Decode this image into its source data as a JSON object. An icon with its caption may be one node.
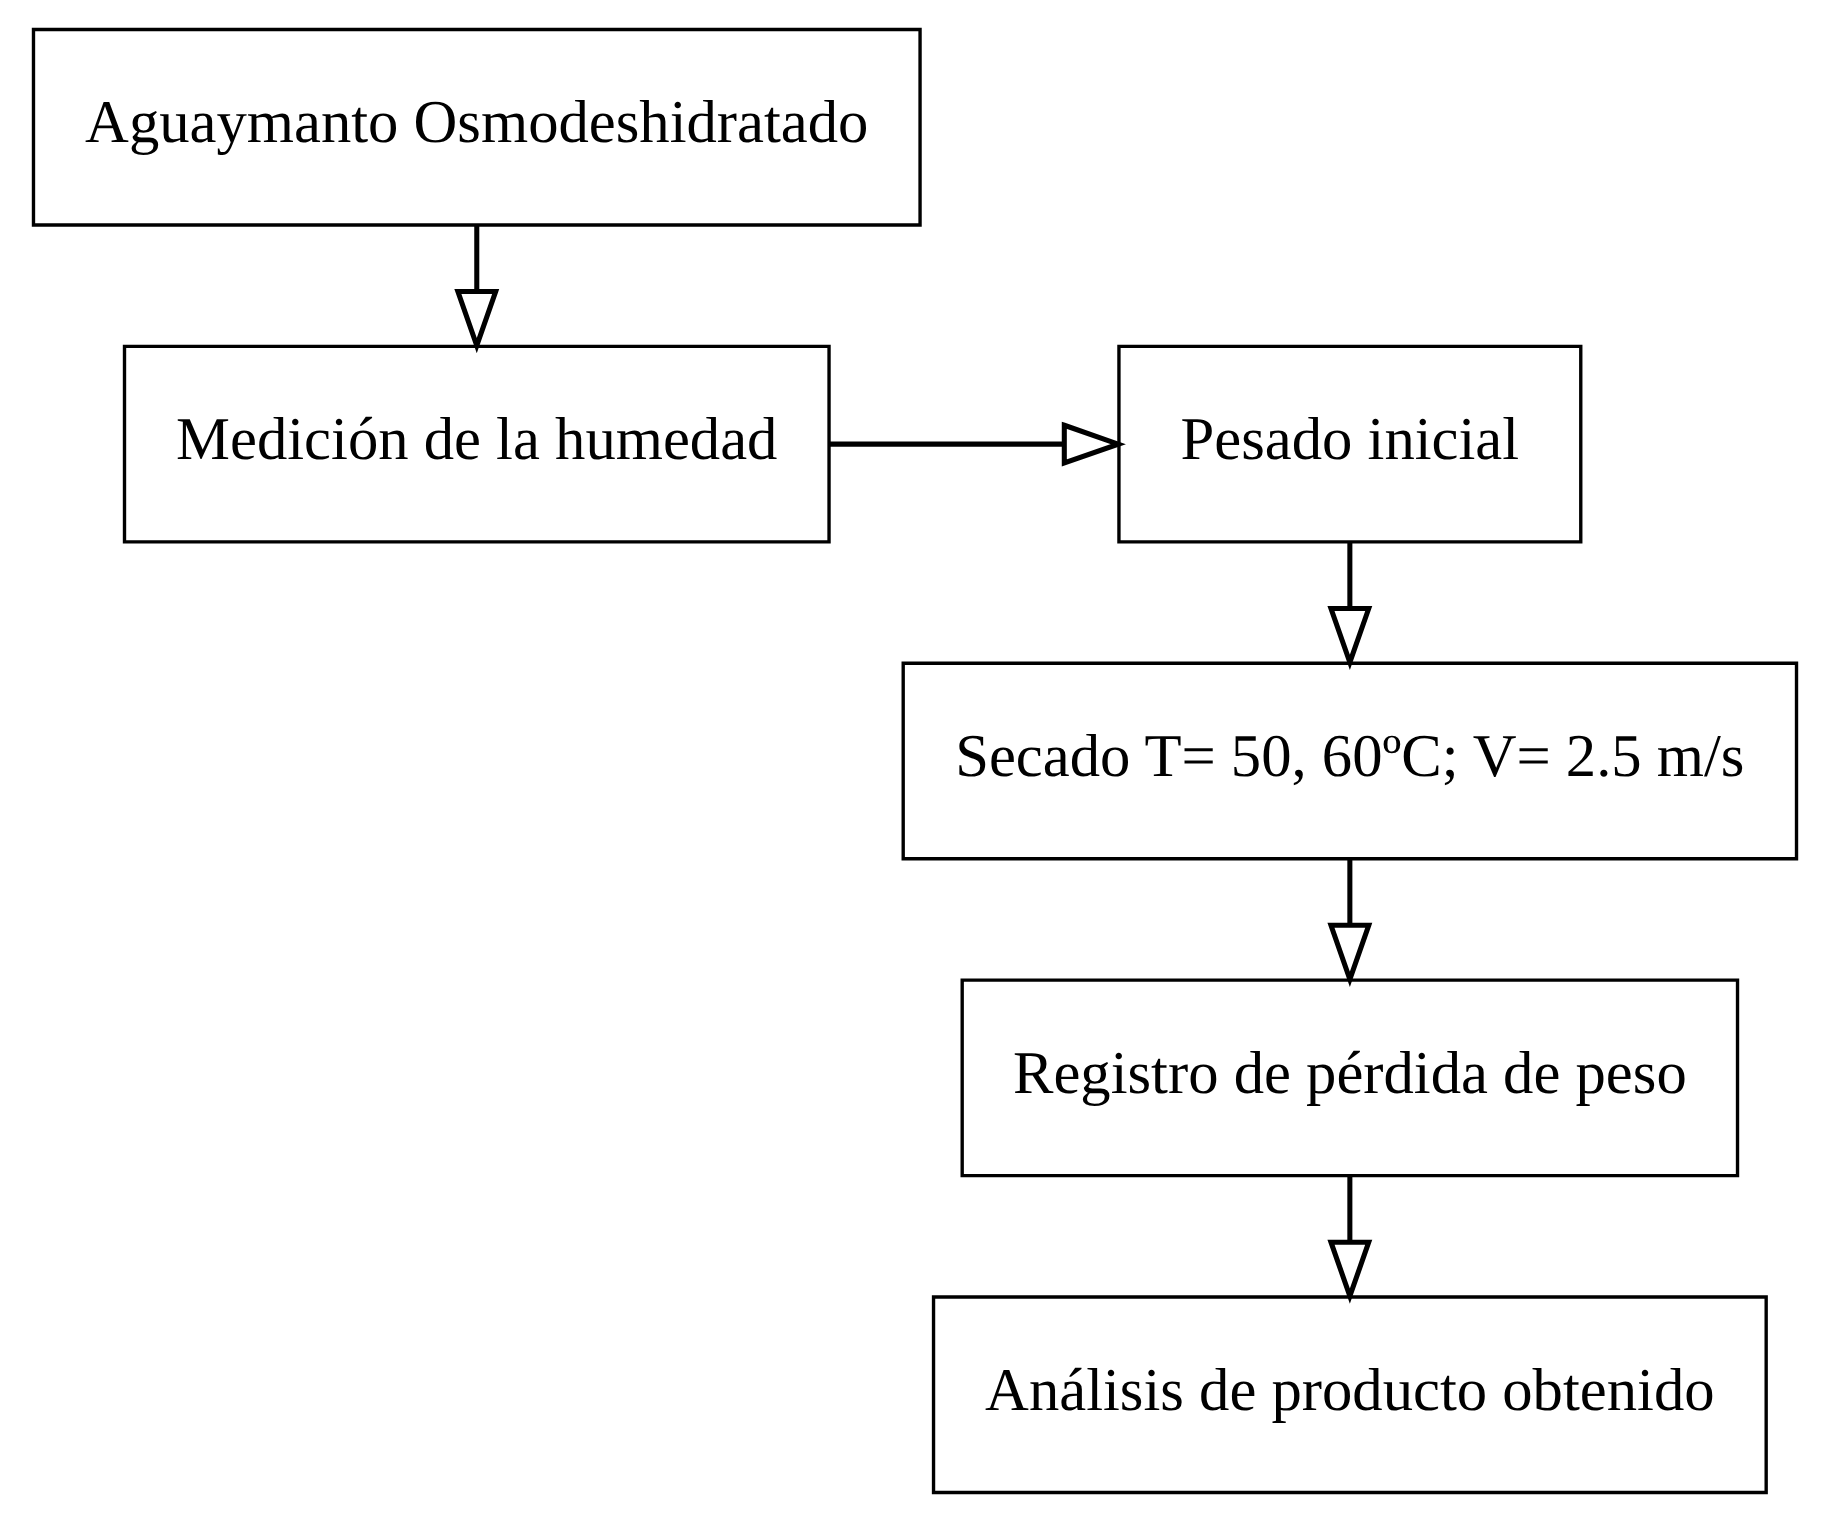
{
  "diagram": {
    "nodes": [
      {
        "text": [
          "Aguaymanto Osmodeshidratado"
        ]
      },
      {
        "text": [
          "Medición de la humedad"
        ]
      },
      {
        "text": [
          "Pesado inicial"
        ]
      },
      {
        "text": [
          "Secado T= 50, 60ºC; V= 2.5 m/s"
        ]
      },
      {
        "text": [
          "Registro de pérdida de peso"
        ]
      },
      {
        "text": [
          "Análisis de producto obtenido"
        ]
      }
    ],
    "edges": [
      {
        "from": 0,
        "to": 1,
        "arrow": "to"
      },
      {
        "from": 1,
        "to": 2,
        "arrow": "to"
      },
      {
        "from": 2,
        "to": 3,
        "arrow": "to"
      },
      {
        "from": 3,
        "to": 4,
        "arrow": "to"
      },
      {
        "from": 4,
        "to": 5,
        "arrow": "to"
      }
    ]
  }
}
